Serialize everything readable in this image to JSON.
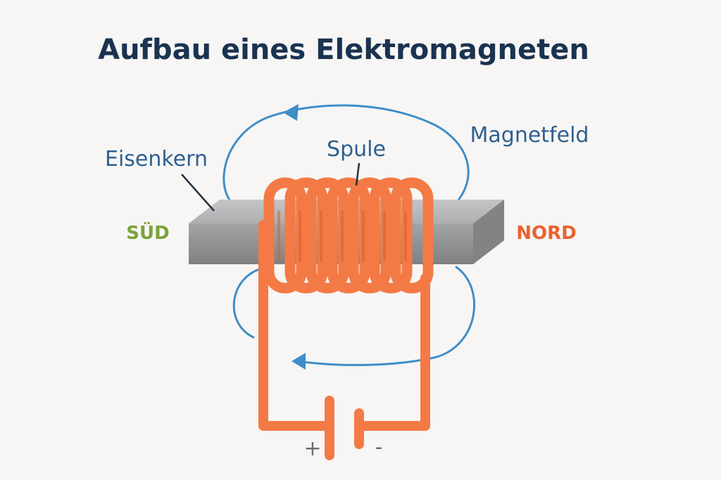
{
  "title": "Aufbau eines Elektromagneten",
  "labels": {
    "core": "Eisenkern",
    "coil": "Spule",
    "field": "Magnetfeld",
    "south": "SÜD",
    "north": "NORD",
    "plus": "+",
    "minus": "-"
  },
  "colors": {
    "title": "#1a3350",
    "label": "#2f6090",
    "field_line": "#3f8ec8",
    "coil": "#f47a45",
    "core_front": "#8f9092",
    "core_top": "#b8b9bb",
    "south": "#7aa33a",
    "north": "#e9622f"
  }
}
